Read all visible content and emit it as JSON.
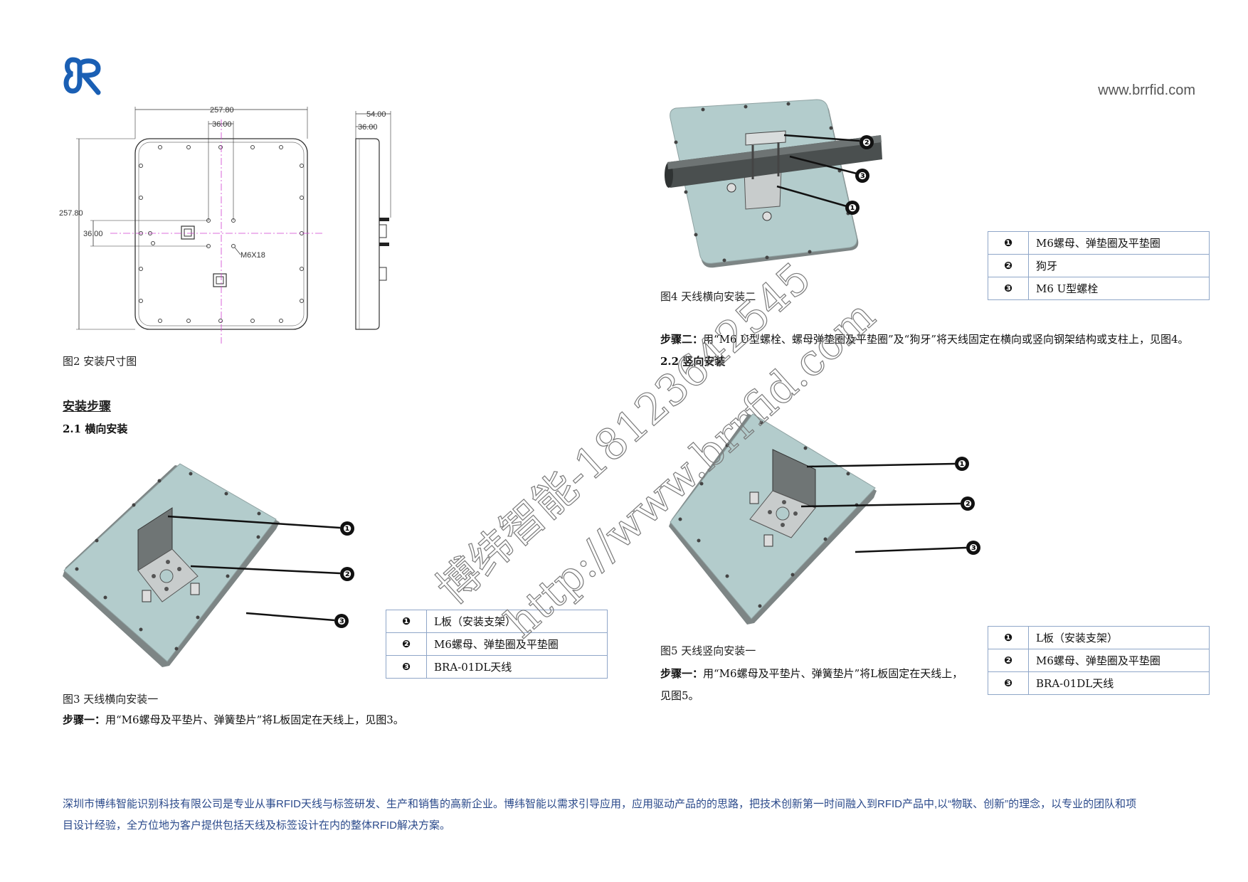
{
  "header": {
    "website": "www.brrfid.com"
  },
  "drawing": {
    "width_label": "257.80",
    "offset_label_top": "36.00",
    "height_label": "257.80",
    "offset_label_left": "36.00",
    "bolt_label": "M6X18",
    "depth_label": "54.00",
    "side_offset_label": "36.00"
  },
  "captions": {
    "fig2": "图2  安装尺寸图",
    "fig3": "图3  天线横向安装一",
    "fig4": "图4  天线横向安装二",
    "fig5": "图5  天线竖向安装一"
  },
  "section": {
    "title": "安装步骤",
    "sub_horizontal": "2.1  横向安装",
    "sub_vertical": "2.2  竖向安装"
  },
  "steps": {
    "step1_label": "步骤一：",
    "step1_text": "用“M6螺母及平垫片、弹簧垫片”将L板固定在天线上，见图3。",
    "step2_label": "步骤二：",
    "step2_text": "用“M6 U型螺栓、螺母弹垫圈及平垫圈”及“狗牙”将天线固定在横向或竖向钢架结构或支柱上，见图4。",
    "step_v_label": "步骤一：",
    "step_v_text_line1": "用“M6螺母及平垫片、弹簧垫片”将L板固定在天线上，",
    "step_v_text_line2": "见图5。"
  },
  "markers": [
    "❶",
    "❷",
    "❸"
  ],
  "legend_fig3": [
    {
      "num": "❶",
      "text": "L板（安装支架）"
    },
    {
      "num": "❷",
      "text": "M6螺母、弹垫圈及平垫圈"
    },
    {
      "num": "❸",
      "text": "BRA-01DL天线"
    }
  ],
  "legend_fig4": [
    {
      "num": "❶",
      "text": "M6螺母、弹垫圈及平垫圈"
    },
    {
      "num": "❷",
      "text": "狗牙"
    },
    {
      "num": "❸",
      "text": "M6 U型螺栓"
    }
  ],
  "legend_fig5": [
    {
      "num": "❶",
      "text": "L板（安装支架）"
    },
    {
      "num": "❷",
      "text": "M6螺母、弹垫圈及平垫圈"
    },
    {
      "num": "❸",
      "text": "BRA-01DL天线"
    }
  ],
  "footer": {
    "line1": "深圳市博纬智能识别科技有限公司是专业从事RFID天线与标签研发、生产和销售的高新企业。博纬智能以需求引导应用，应用驱动产品的的思路，把技术创新第一时间融入到RFID产品中,以“物联、创新”的理念，以专业的团队和项",
    "line2": "目设计经验，全方位地为客户提供包括天线及标签设计在内的整体RFID解决方案。"
  },
  "watermark": {
    "line1": "博纬智能-18123642545",
    "line2": "http://www.brrfid.com"
  },
  "colors": {
    "brand_blue": "#1a5fb4",
    "antenna_face": "#b3cccc",
    "footer_text": "#2b4a8b",
    "table_border": "#8fa6c8"
  }
}
